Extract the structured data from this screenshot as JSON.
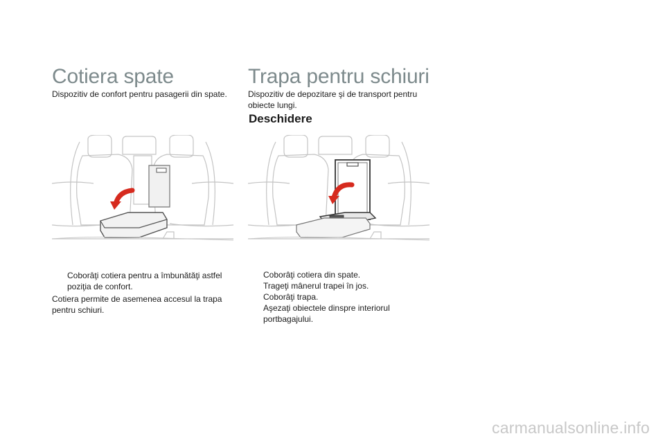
{
  "left": {
    "title": "Cotiera spate",
    "subtitle": "Dispozitiv de confort pentru pasagerii din spate.",
    "bullets": [
      "Coborâţi cotiera pentru a îmbunătăţi astfel poziţia de confort."
    ],
    "note": "Cotiera permite de asemenea accesul la trapa pentru schiuri."
  },
  "right": {
    "title": "Trapa pentru schiuri",
    "subtitle": "Dispozitiv de depozitare şi de transport pentru obiecte lungi.",
    "heading": "Deschidere",
    "bullets": [
      "Coborâţi cotiera din spate.",
      "Trageţi mânerul trapei în jos.",
      "Coborâţi trapa.",
      "Aşezaţi obiectele dinspre interiorul portbagajului."
    ]
  },
  "bullet_symbol": "",
  "watermark": "carmanualsonline.info",
  "colors": {
    "title": "#7d8a8c",
    "arrow": "#d62a1e",
    "line_art": "#b9b9b9"
  }
}
